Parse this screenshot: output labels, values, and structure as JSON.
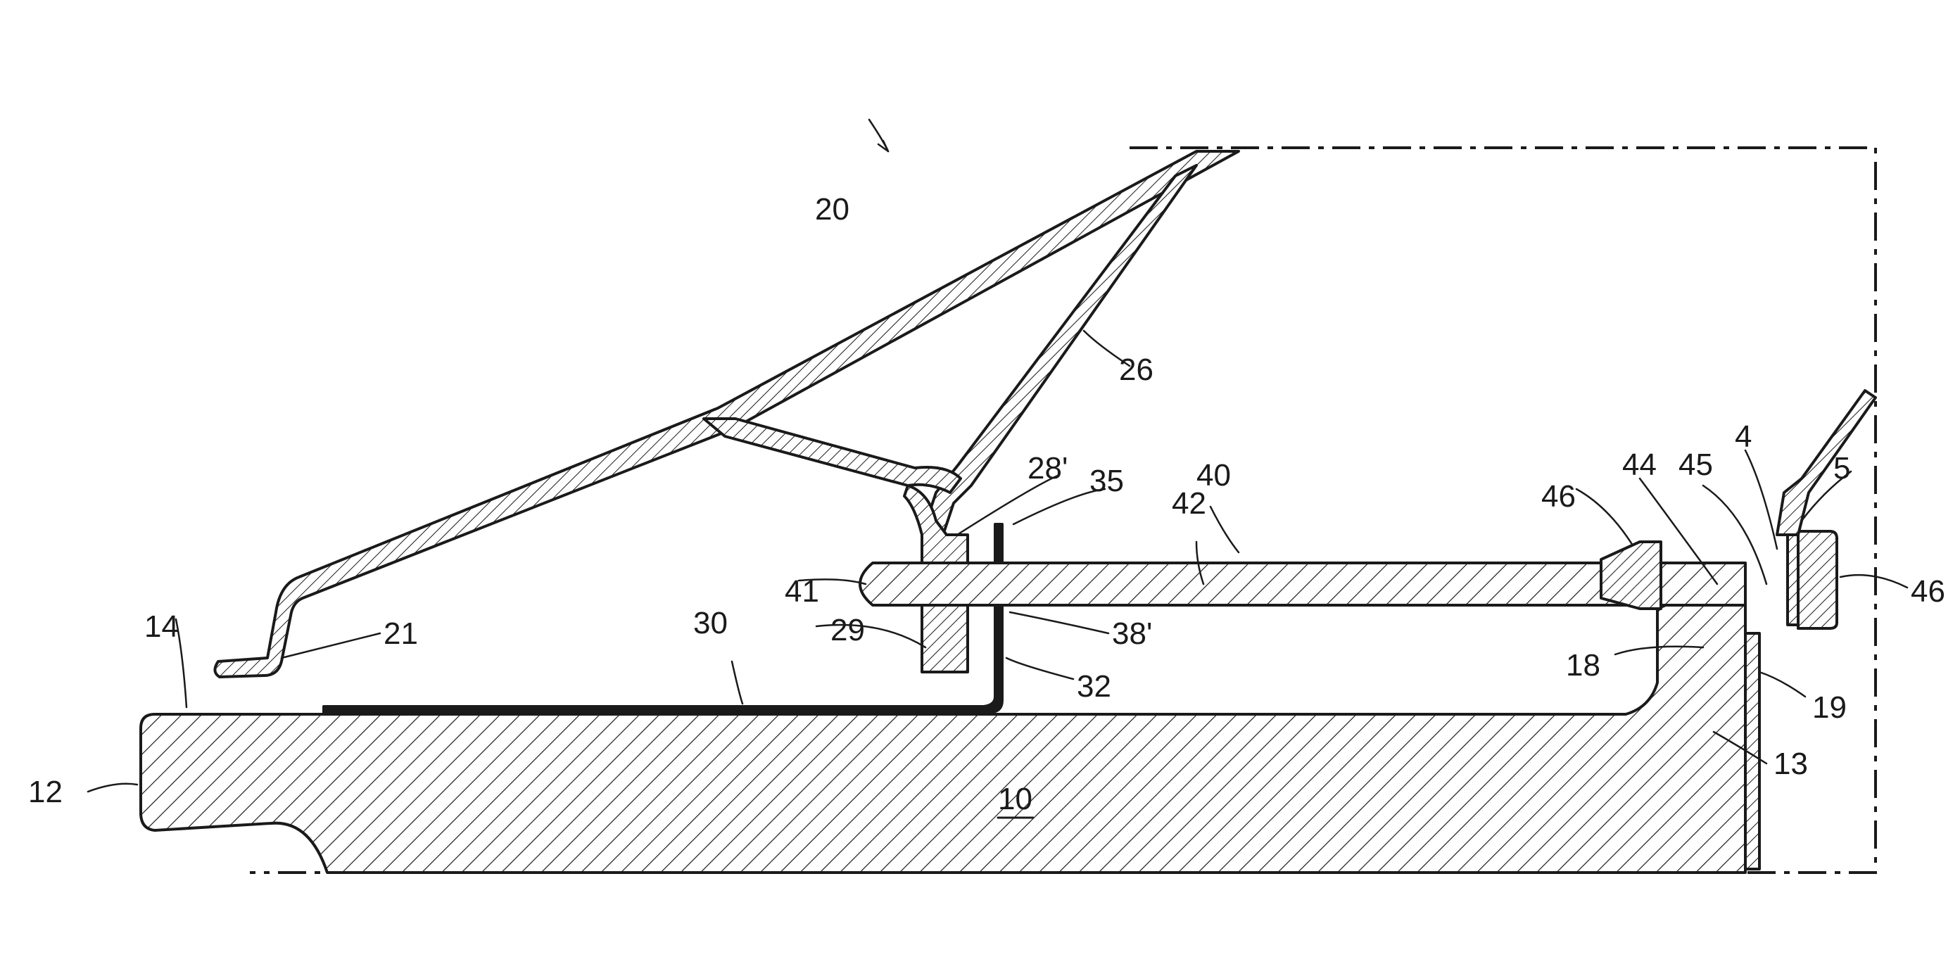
{
  "figure": {
    "labels": {
      "l10": "10",
      "l12": "12",
      "l13": "13",
      "l14": "14",
      "l18": "18",
      "l19": "19",
      "l20": "20",
      "l21": "21",
      "l26": "26",
      "l28p": "28'",
      "l29": "29",
      "l30": "30",
      "l32": "32",
      "l35": "35",
      "l38p": "38'",
      "l40": "40",
      "l41": "41",
      "l42": "42",
      "l44": "44",
      "l45": "45",
      "l4": "4",
      "l5": "5",
      "l46a": "46",
      "l46b": "46"
    },
    "colors": {
      "ink": "#1a1a1a",
      "background": "#ffffff"
    }
  }
}
